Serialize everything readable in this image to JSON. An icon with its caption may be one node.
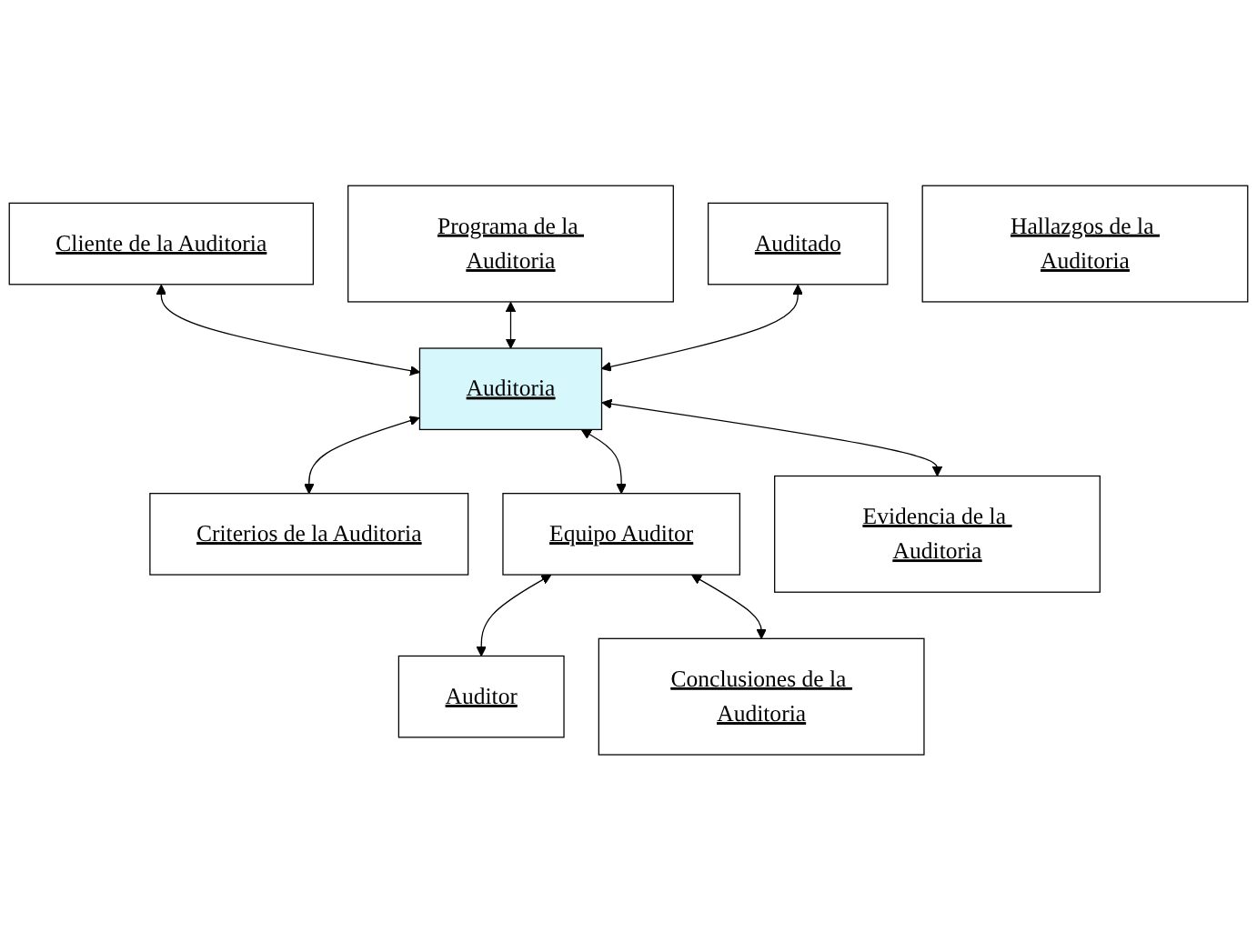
{
  "diagram": {
    "nodes": [
      {
        "text": [
          "Cliente de la Auditoria"
        ]
      },
      {
        "text": [
          "Programa de la Auditoria"
        ]
      },
      {
        "text": [
          "Auditado"
        ]
      },
      {
        "text": [
          "Auditoria"
        ]
      },
      {
        "text": [
          "Hallazgos de la Auditoria"
        ]
      },
      {
        "text": [
          "Criterios de la Auditoria"
        ]
      },
      {
        "text": [
          "Equipo Auditor"
        ]
      },
      {
        "text": [
          "Evidencia de la Auditoria"
        ]
      },
      {
        "text": [
          "Auditor"
        ]
      },
      {
        "text": [
          "Conclusiones de la Auditoria"
        ]
      }
    ],
    "edges": [
      {
        "from": 0,
        "to": 3,
        "arrow": "both"
      },
      {
        "from": 1,
        "to": 3,
        "arrow": "both"
      },
      {
        "from": 2,
        "to": 3,
        "arrow": "both"
      },
      {
        "from": 3,
        "to": 5,
        "arrow": "both"
      },
      {
        "from": 3,
        "to": 6,
        "arrow": "both"
      },
      {
        "from": 3,
        "to": 7,
        "arrow": "both"
      },
      {
        "from": 6,
        "to": 8,
        "arrow": "both"
      },
      {
        "from": 6,
        "to": 9,
        "arrow": "both"
      }
    ]
  }
}
